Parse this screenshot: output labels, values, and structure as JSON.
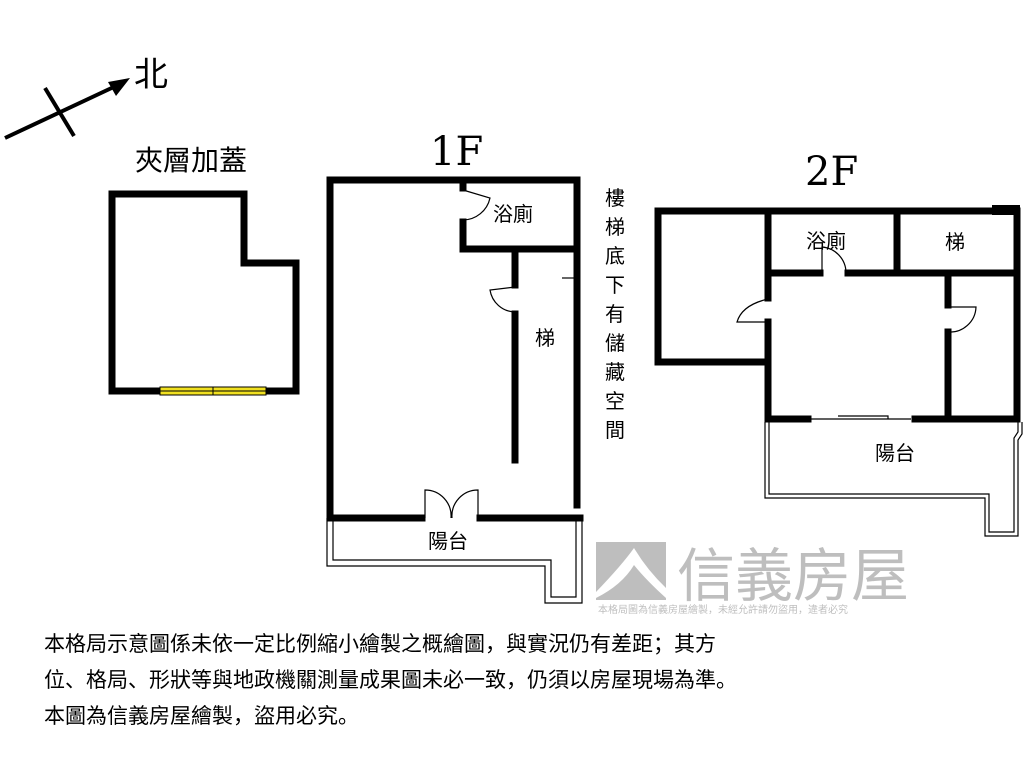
{
  "compass": {
    "north_label": "北"
  },
  "mezzanine": {
    "title": "夾層加蓋"
  },
  "floor1": {
    "title": "1F",
    "bath": "浴廁",
    "stair": "梯",
    "balcony": "陽台",
    "storage_note": [
      "樓",
      "梯",
      "底",
      "下",
      "有",
      "儲",
      "藏",
      "空",
      "間"
    ]
  },
  "floor2": {
    "title": "2F",
    "bath": "浴廁",
    "stair": "梯",
    "balcony": "陽台"
  },
  "watermark": {
    "brand": "信義房屋",
    "notice": "本格局圖為信義房屋繪製，未經允許請勿盜用，違者必究"
  },
  "disclaimer": {
    "lines": [
      "本格局示意圖係未依一定比例縮小繪製之概繪圖，與實況仍有差距；其方",
      "位、格局、形狀等與地政機關測量成果圖未必一致，仍須以房屋現場為準。",
      "本圖為信義房屋繪製，盜用必究。"
    ]
  },
  "colors": {
    "window": "#f0e020",
    "watermark": "#a0a0a0"
  }
}
